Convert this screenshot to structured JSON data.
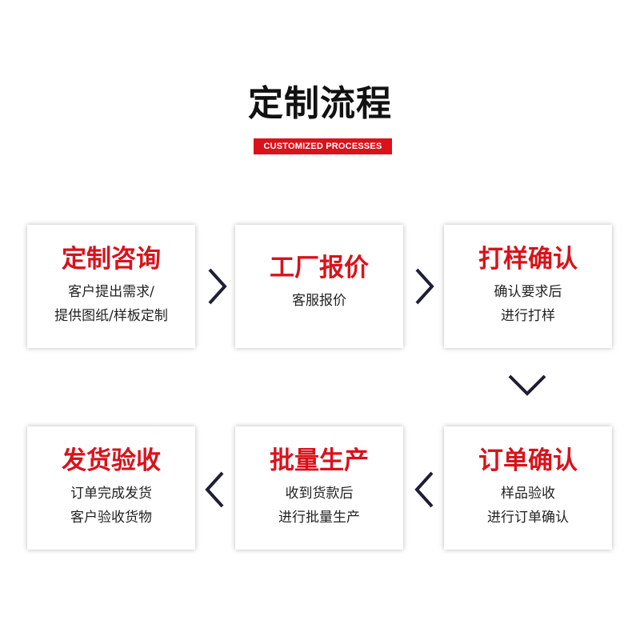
{
  "header": {
    "title": "定制流程",
    "subtitle": "CUSTOMIZED PROCESSES"
  },
  "colors": {
    "accent": "#d9121b",
    "arrow": "#1e1f36",
    "text": "#222222"
  },
  "steps": [
    {
      "title": "定制咨询",
      "desc_lines": [
        "客户提出需求/",
        "提供图纸/样板定制"
      ]
    },
    {
      "title": "工厂报价",
      "desc_lines": [
        "客服报价"
      ]
    },
    {
      "title": "打样确认",
      "desc_lines": [
        "确认要求后",
        "进行打样"
      ]
    },
    {
      "title": "订单确认",
      "desc_lines": [
        "样品验收",
        "进行订单确认"
      ]
    },
    {
      "title": "批量生产",
      "desc_lines": [
        "收到货款后",
        "进行批量生产"
      ]
    },
    {
      "title": "发货验收",
      "desc_lines": [
        "订单完成发货",
        "客户验收货物"
      ]
    }
  ],
  "arrows": {
    "step1_to_step2": "chevron-right-icon",
    "step2_to_step3": "chevron-right-icon",
    "step3_to_step4": "chevron-down-icon",
    "step4_to_step5": "chevron-left-icon",
    "step5_to_step6": "chevron-left-icon"
  }
}
